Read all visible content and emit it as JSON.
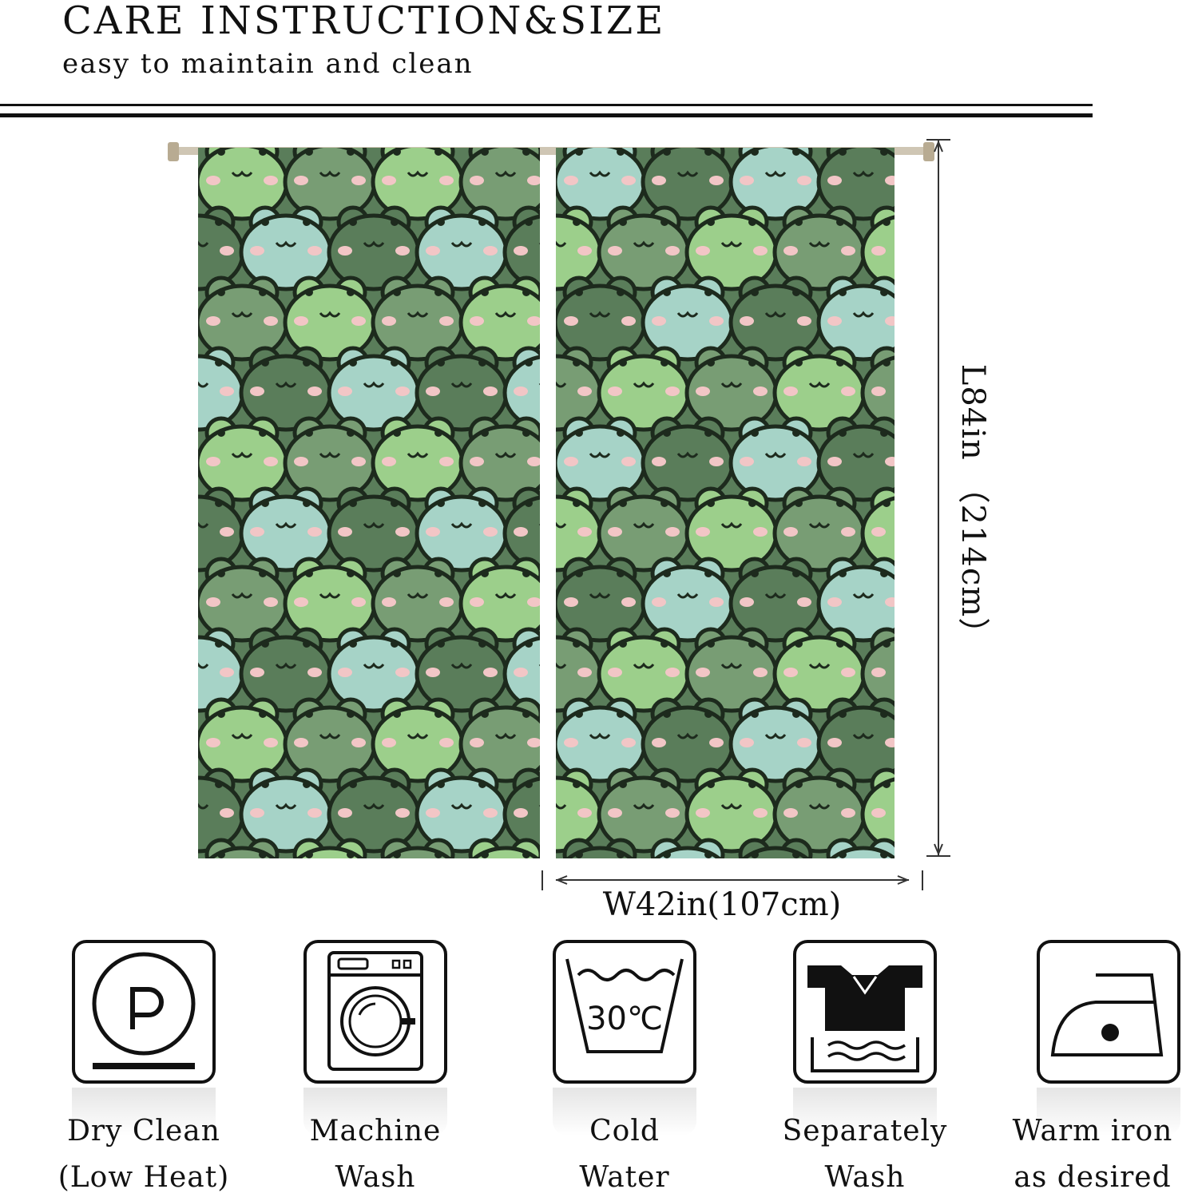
{
  "header": {
    "title": "CARE INSTRUCTION&SIZE",
    "subtitle": "easy to maintain and clean"
  },
  "dimensions": {
    "length_label": "L84in （214cm）",
    "width_label": "W42in(107cm)"
  },
  "care_items": [
    {
      "icon": "dry-clean-icon",
      "line1": "Dry Clean",
      "line2": "(Low Heat)"
    },
    {
      "icon": "washing-machine-icon",
      "line1": "Machine",
      "line2": "Wash"
    },
    {
      "icon": "wash-basin-icon",
      "line1": "Cold",
      "line2": "Water",
      "temperature": "30℃"
    },
    {
      "icon": "separate-wash-icon",
      "line1": "Separately",
      "line2": "Wash"
    },
    {
      "icon": "iron-icon",
      "line1": "Warm iron",
      "line2": "as desired"
    }
  ],
  "colors": {
    "frog_light": "#9ccf8b",
    "frog_mint": "#a6d3c7",
    "frog_mid": "#789d74",
    "frog_dark": "#5a7d5a",
    "outline": "#1d2a1d",
    "cheek": "#f2c6c6"
  }
}
